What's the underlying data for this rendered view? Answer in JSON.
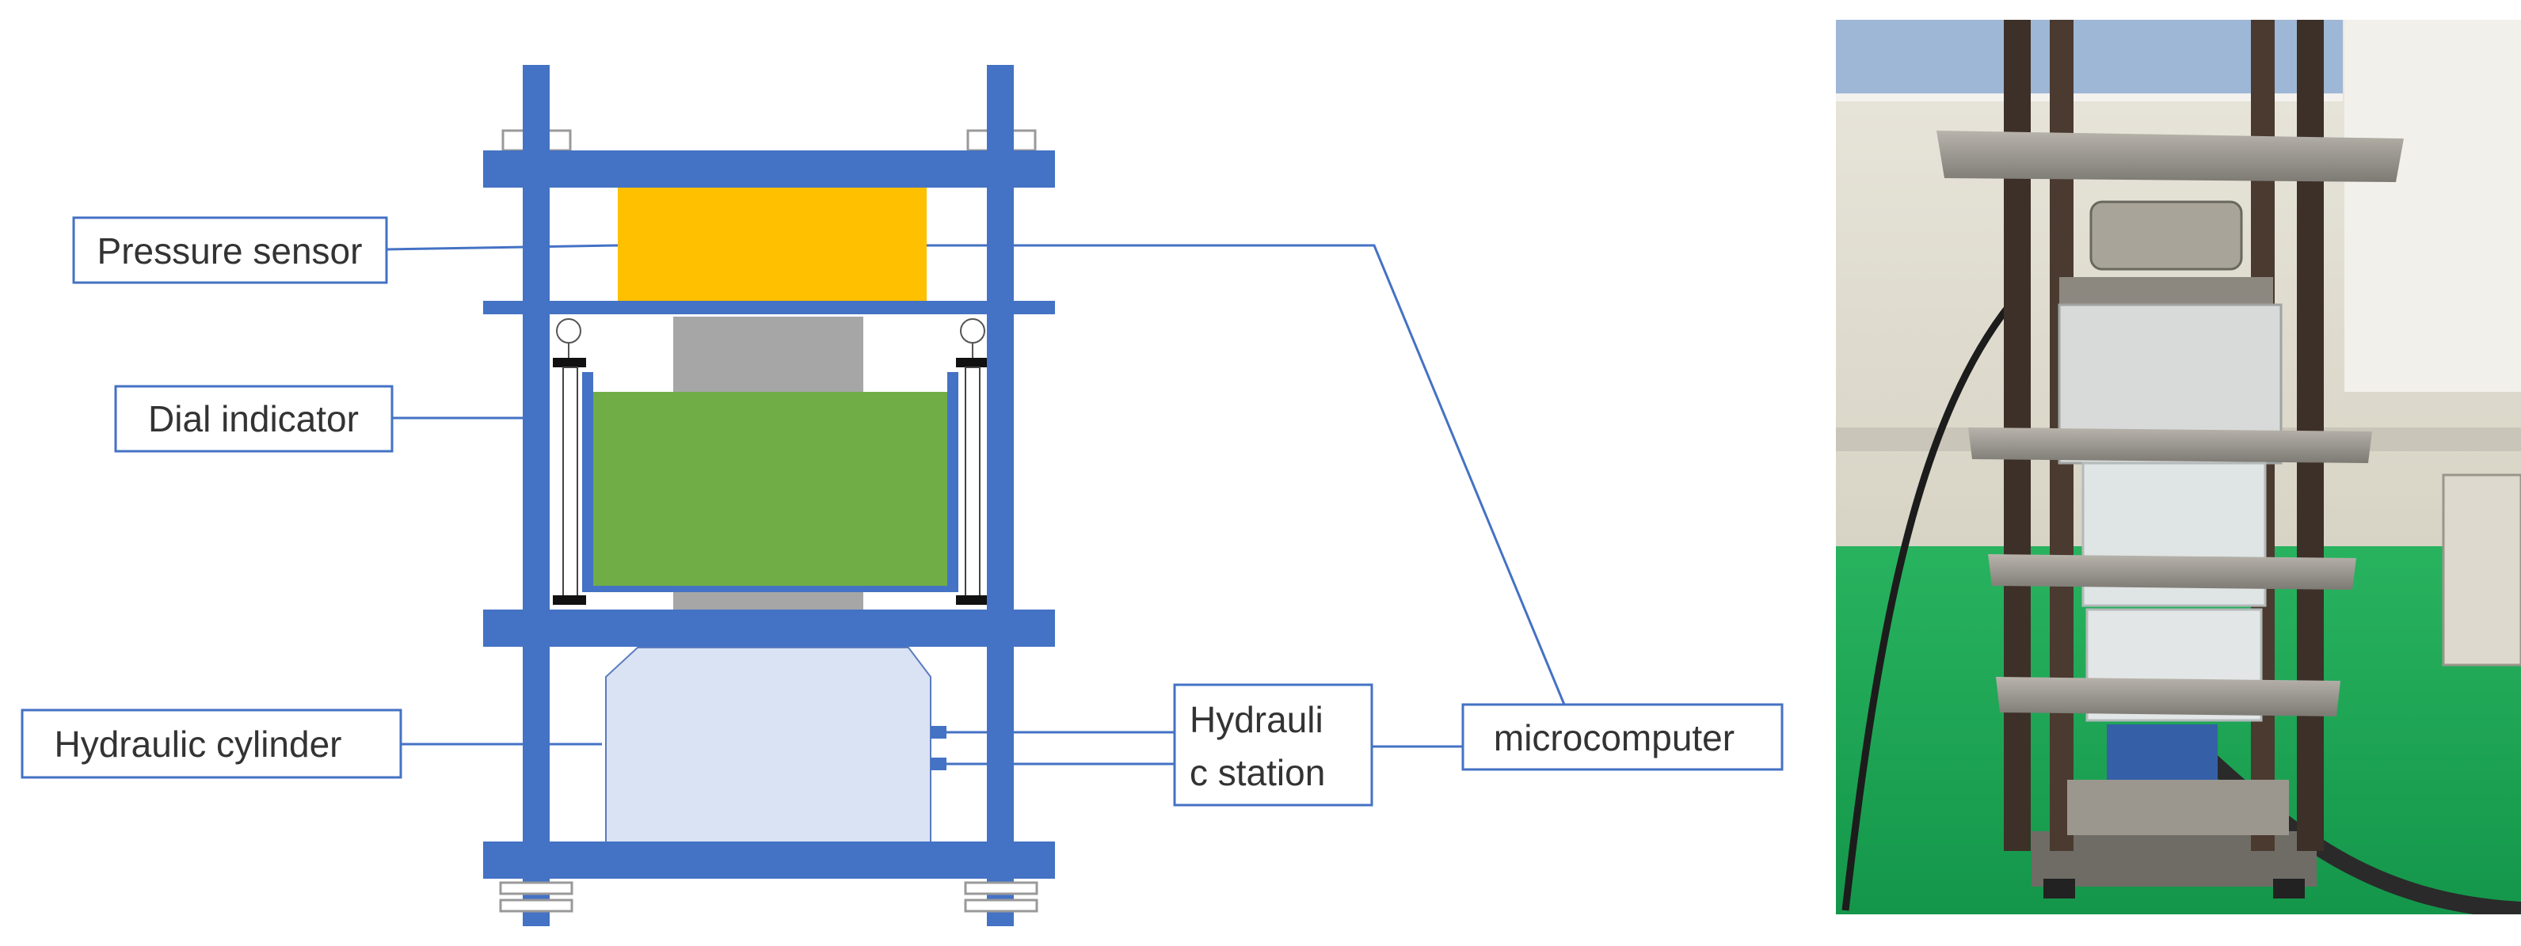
{
  "labels": {
    "pressure_sensor": "Pressure sensor",
    "dial_indicator": "Dial indicator",
    "hydraulic_cylinder": "Hydraulic cylinder",
    "hydraulic_station_line1": "Hydrauli",
    "hydraulic_station_line2": "c station",
    "microcomputer": "microcomputer"
  },
  "colors": {
    "frame": "#4472C4",
    "sensor": "#FFC000",
    "soil_box": "#70AD47",
    "cylinder": "#DAE3F3",
    "platen": "#A6A6A6",
    "label_border": "#4472C4",
    "floor": "#1FA35B"
  },
  "photo": {
    "icon": "apparatus-photo"
  }
}
